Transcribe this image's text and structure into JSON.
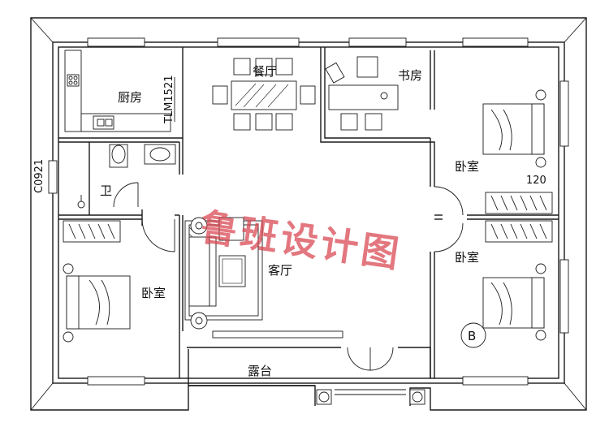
{
  "rooms": {
    "kitchen": "厨房",
    "dining": "餐厅",
    "study": "书房",
    "bedroom_top_right": "卧室",
    "bathroom": "卫",
    "living": "客厅",
    "bedroom_left": "卧室",
    "bedroom_bottom_right": "卧室",
    "terrace": "露台"
  },
  "codes": {
    "window_left": "C0921",
    "door_kitchen": "TLM1521",
    "dimension_right": "120",
    "axis_marker": "B"
  },
  "watermark": "鲁班设计图",
  "colors": {
    "line": "#1a1a1a",
    "watermark": "#d9434e"
  }
}
